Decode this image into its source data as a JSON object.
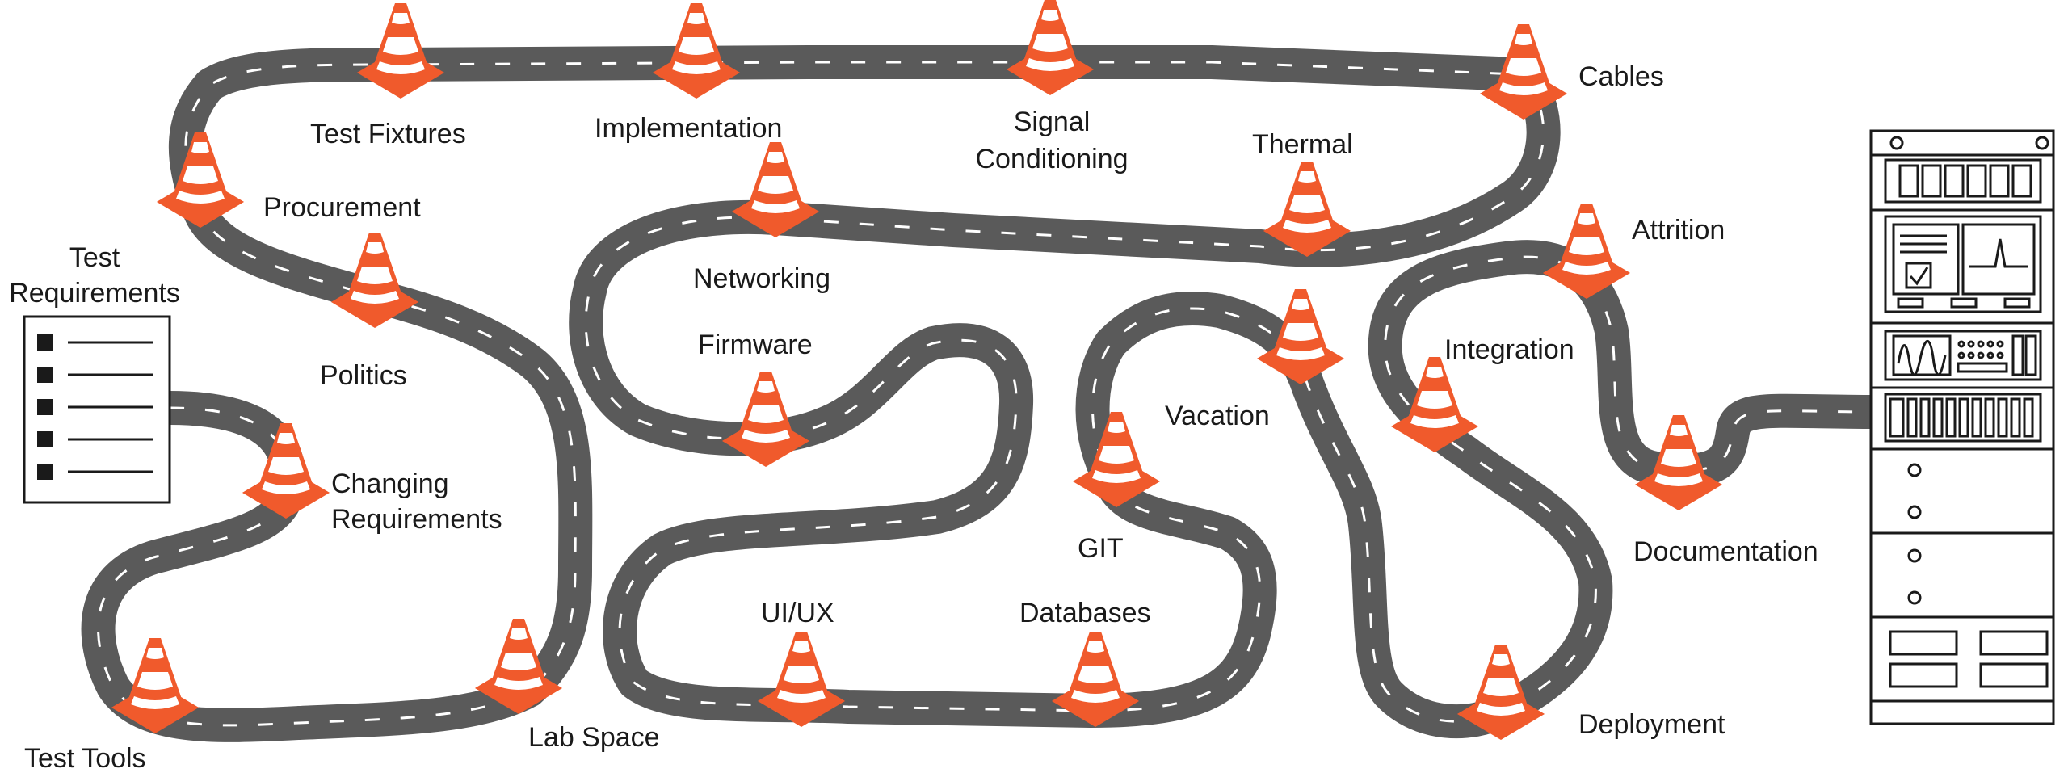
{
  "colors": {
    "road": "#5a5a5a",
    "road_dash": "#ffffff",
    "cone": "#f05a2c",
    "cone_stripe": "#ffffff",
    "outline": "#1a1a1a"
  },
  "checklist": {
    "title_line1": "Test",
    "title_line2": "Requirements",
    "item_count": 5
  },
  "labels": {
    "test_tools": "Test Tools",
    "changing_line1": "Changing",
    "changing_line2": "Requirements",
    "politics": "Politics",
    "procurement": "Procurement",
    "test_fixtures": "Test Fixtures",
    "implementation": "Implementation",
    "signal_line1": "Signal",
    "signal_line2": "Conditioning",
    "cables": "Cables",
    "thermal": "Thermal",
    "networking": "Networking",
    "firmware": "Firmware",
    "lab_space": "Lab Space",
    "ui_ux": "UI/UX",
    "databases": "Databases",
    "git": "GIT",
    "vacation": "Vacation",
    "deployment": "Deployment",
    "integration": "Integration",
    "attrition": "Attrition",
    "documentation": "Documentation"
  },
  "icons": {
    "cone": "traffic-cone-icon",
    "checklist": "checklist-icon",
    "rack": "equipment-rack-icon"
  }
}
